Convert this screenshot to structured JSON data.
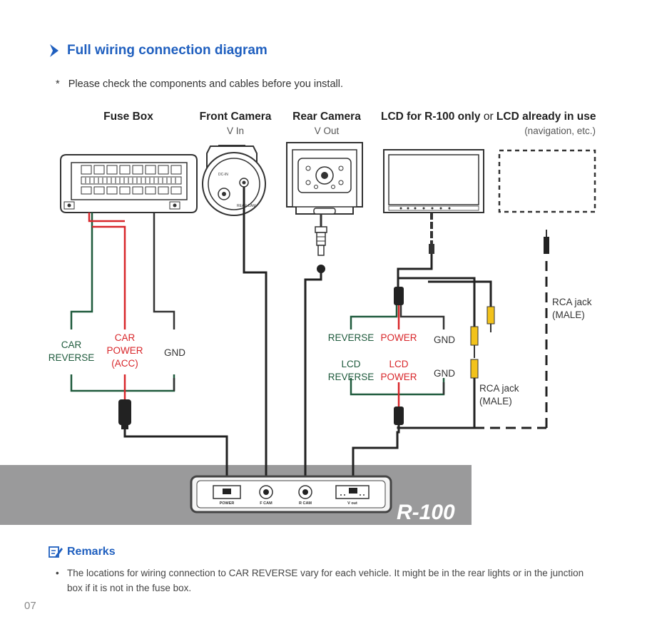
{
  "header": {
    "title": "Full wiring connection diagram",
    "note_bullet": "*",
    "note": "Please check the components and cables before you install."
  },
  "components": {
    "fuse_box": {
      "label": "Fuse Box"
    },
    "front_camera": {
      "label": "Front Camera",
      "sub": "V In",
      "module_text_1": "DC-IN",
      "module_text_2": "REAR CAM"
    },
    "rear_camera": {
      "label": "Rear Camera",
      "sub": "V Out"
    },
    "lcd": {
      "label_part1": "LCD for R-100 only",
      "label_or": " or ",
      "label_part2": "LCD already in use",
      "sub": "(navigation, etc.)"
    }
  },
  "wires": {
    "car_reverse_1": "CAR",
    "car_reverse_2": "REVERSE",
    "car_power_1": "CAR",
    "car_power_2": "POWER",
    "car_power_3": "(ACC)",
    "gnd_left": "GND",
    "reverse": "REVERSE",
    "power": "POWER",
    "gnd_right_top": "GND",
    "lcd_reverse_1": "LCD",
    "lcd_reverse_2": "REVERSE",
    "lcd_power_1": "LCD",
    "lcd_power_2": "POWER",
    "gnd_right_bottom": "GND",
    "rca_left_1": "RCA jack",
    "rca_left_2": "(MALE)",
    "rca_right_1": "RCA jack",
    "rca_right_2": "(MALE)"
  },
  "device": {
    "name": "R-100",
    "ports": [
      "POWER",
      "F CAM",
      "R CAM",
      "V out"
    ]
  },
  "remarks": {
    "title": "Remarks",
    "bullet": "•",
    "text": "The locations for wiring connection to CAR REVERSE vary for each vehicle. It might be in the rear lights or in the junction box if it is not in the fuse box."
  },
  "page_number": "07",
  "colors": {
    "accent": "#1f5fbf",
    "red_wire": "#d8262a",
    "green_wire": "#1e5a3c",
    "band": "#9a9a9b",
    "rca_yellow": "#f2c21b"
  }
}
